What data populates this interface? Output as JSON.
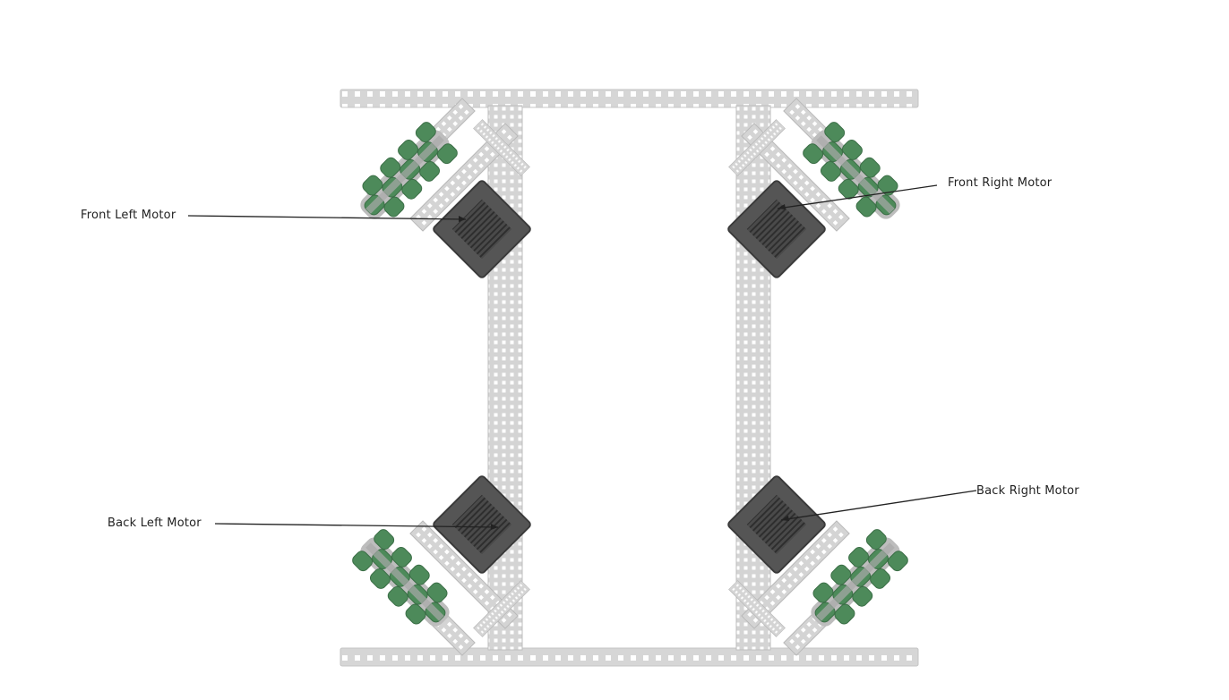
{
  "labels": {
    "front_left": "Front Left Motor",
    "front_right": "Front Right Motor",
    "back_left": "Back Left Motor",
    "back_right": "Back Right Motor"
  },
  "colors": {
    "background": "#ffffff",
    "metal": "#d6d6d6",
    "metal_edge": "#b9b9b9",
    "hole": "#ffffff",
    "motor": "#555555",
    "motor_dark": "#3a3a3a",
    "wheel_roller": "#4d8a5a",
    "wheel_hub": "#bdbdbd",
    "leader_line": "#222222"
  },
  "icons": [
    "motor-icon",
    "omni-wheel-icon"
  ]
}
